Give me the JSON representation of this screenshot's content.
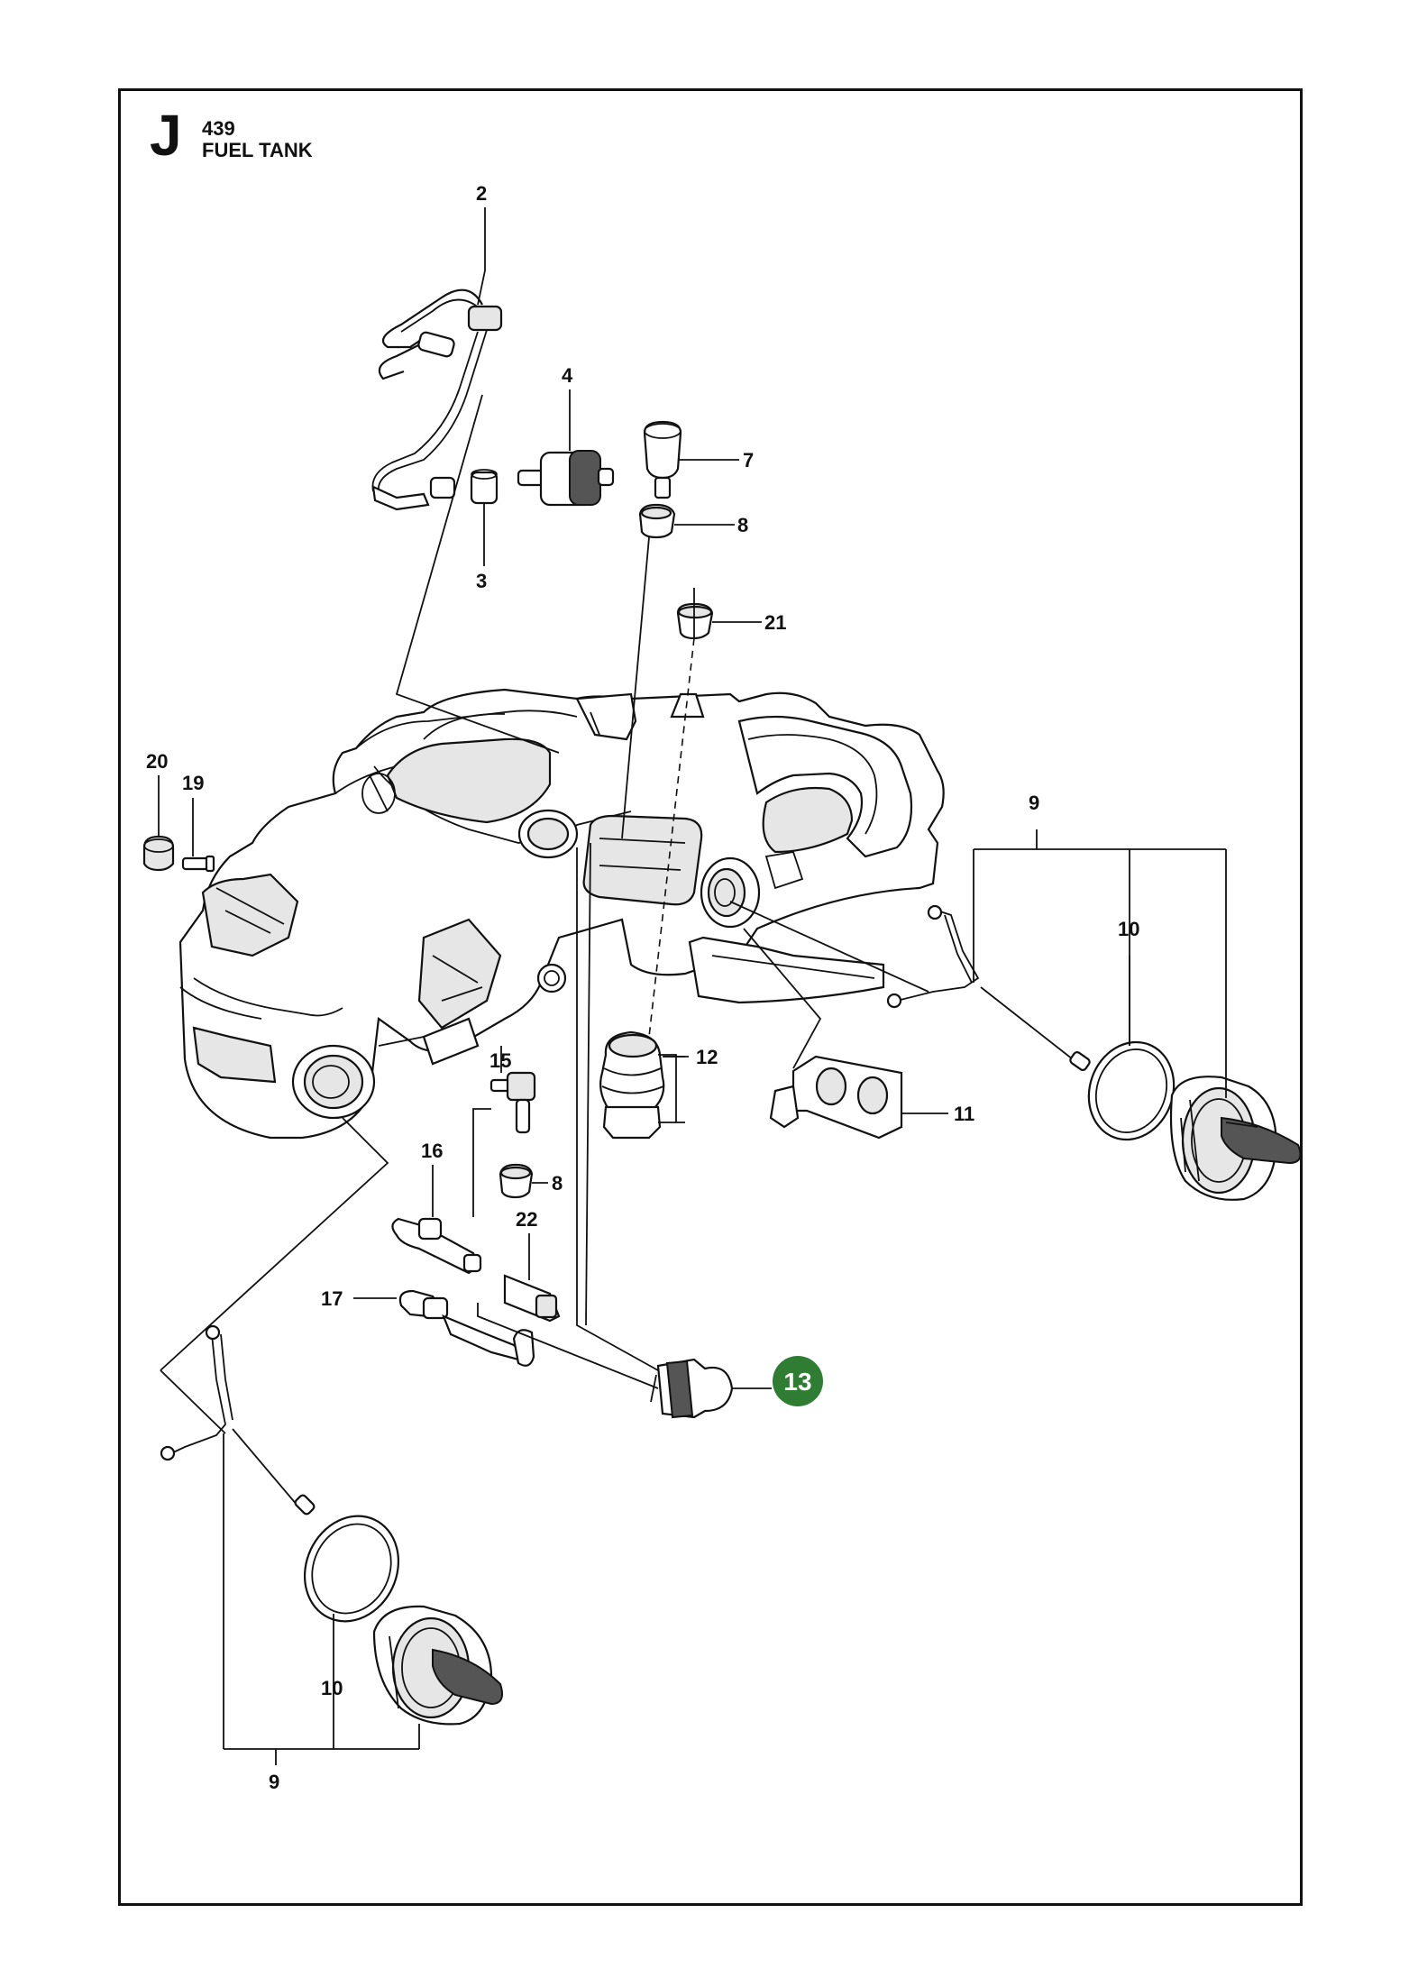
{
  "header": {
    "section_letter": "J",
    "section_number": "439",
    "section_title": "FUEL TANK"
  },
  "callouts": {
    "c2": "2",
    "c3": "3",
    "c4": "4",
    "c7": "7",
    "c8a": "8",
    "c21": "21",
    "c20": "20",
    "c19": "19",
    "c9a": "9",
    "c10a": "10",
    "c12": "12",
    "c11": "11",
    "c15": "15",
    "c16": "16",
    "c8b": "8",
    "c22": "22",
    "c17": "17",
    "c13": "13",
    "c10b": "10",
    "c9b": "9"
  },
  "colors": {
    "highlight": "#2e7d32",
    "frame": "#111111"
  }
}
